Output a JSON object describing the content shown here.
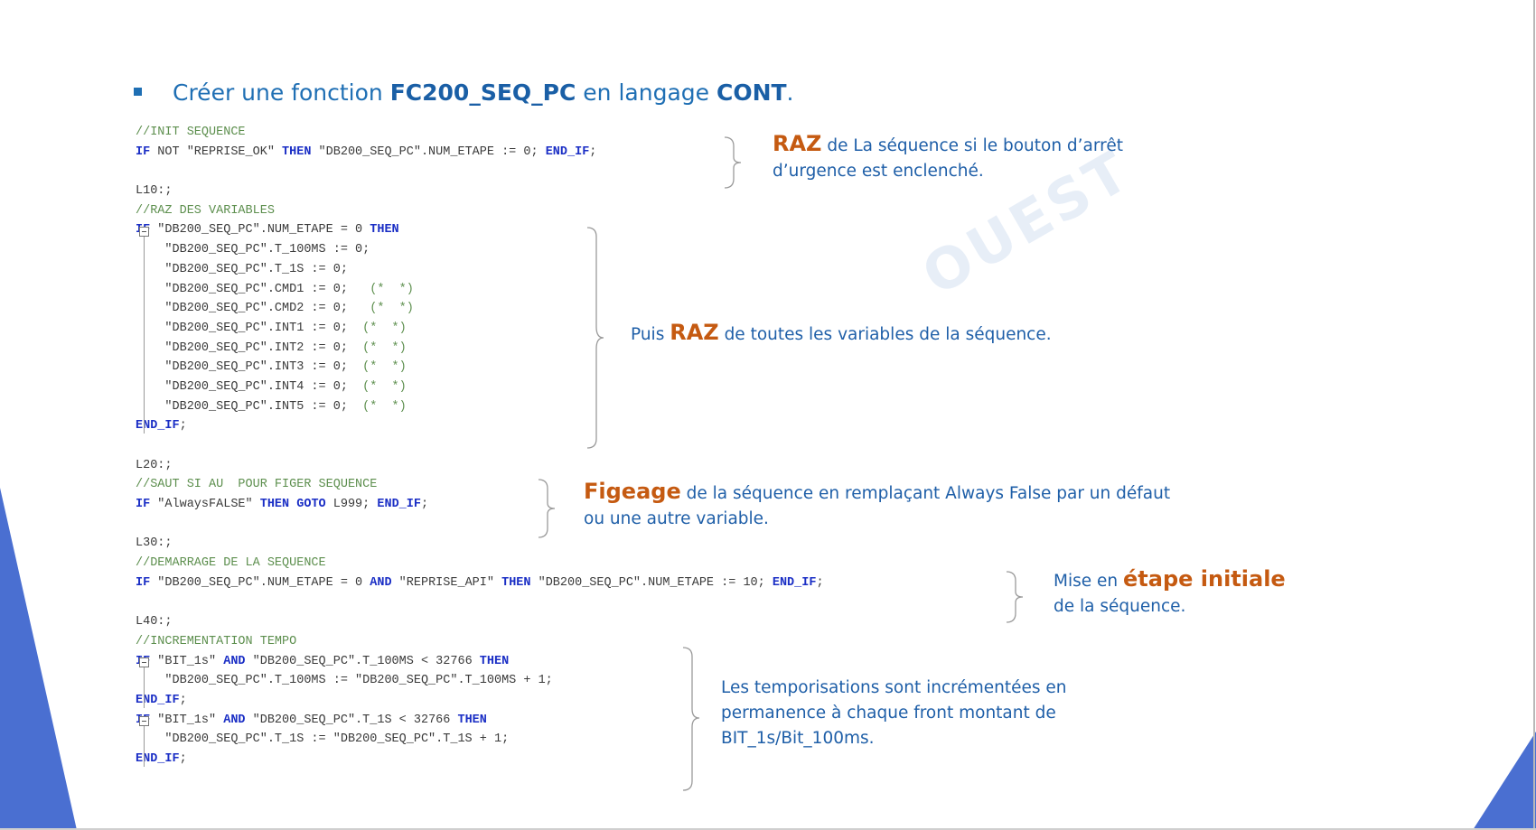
{
  "watermark": "OUEST",
  "title": {
    "prefix": "Créer une fonction ",
    "fc_name": "FC200_SEQ_PC",
    "middle": " en langage ",
    "language": "CONT",
    "suffix": "."
  },
  "code_lines": [
    [
      {
        "t": "//INIT SEQUENCE",
        "c": "cm"
      }
    ],
    [
      {
        "t": "IF",
        "c": "kw"
      },
      {
        "t": " NOT \"REPRISE_OK\" ",
        "c": "str"
      },
      {
        "t": "THEN",
        "c": "kw"
      },
      {
        "t": " \"DB200_SEQ_PC\".NUM_ETAPE := 0; ",
        "c": "str"
      },
      {
        "t": "END_IF",
        "c": "kw"
      },
      {
        "t": ";",
        "c": "str"
      }
    ],
    [
      {
        "t": "",
        "c": "str"
      }
    ],
    [
      {
        "t": "L10:;",
        "c": "str"
      }
    ],
    [
      {
        "t": "//RAZ DES VARIABLES",
        "c": "cm"
      }
    ],
    [
      {
        "t": "IF",
        "c": "kw"
      },
      {
        "t": " \"DB200_SEQ_PC\".NUM_ETAPE = 0 ",
        "c": "str"
      },
      {
        "t": "THEN",
        "c": "kw"
      }
    ],
    [
      {
        "t": "    \"DB200_SEQ_PC\".T_100MS := 0;",
        "c": "str"
      }
    ],
    [
      {
        "t": "    \"DB200_SEQ_PC\".T_1S := 0;",
        "c": "str"
      }
    ],
    [
      {
        "t": "    \"DB200_SEQ_PC\".CMD1 := 0;   ",
        "c": "str"
      },
      {
        "t": "(*  *)",
        "c": "cm"
      }
    ],
    [
      {
        "t": "    \"DB200_SEQ_PC\".CMD2 := 0;   ",
        "c": "str"
      },
      {
        "t": "(*  *)",
        "c": "cm"
      }
    ],
    [
      {
        "t": "    \"DB200_SEQ_PC\".INT1 := 0;  ",
        "c": "str"
      },
      {
        "t": "(*  *)",
        "c": "cm"
      }
    ],
    [
      {
        "t": "    \"DB200_SEQ_PC\".INT2 := 0;  ",
        "c": "str"
      },
      {
        "t": "(*  *)",
        "c": "cm"
      }
    ],
    [
      {
        "t": "    \"DB200_SEQ_PC\".INT3 := 0;  ",
        "c": "str"
      },
      {
        "t": "(*  *)",
        "c": "cm"
      }
    ],
    [
      {
        "t": "    \"DB200_SEQ_PC\".INT4 := 0;  ",
        "c": "str"
      },
      {
        "t": "(*  *)",
        "c": "cm"
      }
    ],
    [
      {
        "t": "    \"DB200_SEQ_PC\".INT5 := 0;  ",
        "c": "str"
      },
      {
        "t": "(*  *)",
        "c": "cm"
      }
    ],
    [
      {
        "t": "END_IF",
        "c": "kw"
      },
      {
        "t": ";",
        "c": "str"
      }
    ],
    [
      {
        "t": "",
        "c": "str"
      }
    ],
    [
      {
        "t": "L20:;",
        "c": "str"
      }
    ],
    [
      {
        "t": "//SAUT SI AU  POUR FIGER SEQUENCE",
        "c": "cm"
      }
    ],
    [
      {
        "t": "IF",
        "c": "kw"
      },
      {
        "t": " \"AlwaysFALSE\" ",
        "c": "str"
      },
      {
        "t": "THEN GOTO",
        "c": "kw"
      },
      {
        "t": " L999; ",
        "c": "str"
      },
      {
        "t": "END_IF",
        "c": "kw"
      },
      {
        "t": ";",
        "c": "str"
      }
    ],
    [
      {
        "t": "",
        "c": "str"
      }
    ],
    [
      {
        "t": "L30:;",
        "c": "str"
      }
    ],
    [
      {
        "t": "//DEMARRAGE DE LA SEQUENCE",
        "c": "cm"
      }
    ],
    [
      {
        "t": "IF",
        "c": "kw"
      },
      {
        "t": " \"DB200_SEQ_PC\".NUM_ETAPE = 0 ",
        "c": "str"
      },
      {
        "t": "AND",
        "c": "kw"
      },
      {
        "t": " \"REPRISE_API\" ",
        "c": "str"
      },
      {
        "t": "THEN",
        "c": "kw"
      },
      {
        "t": " \"DB200_SEQ_PC\".NUM_ETAPE := 10; ",
        "c": "str"
      },
      {
        "t": "END_IF",
        "c": "kw"
      },
      {
        "t": ";",
        "c": "str"
      }
    ],
    [
      {
        "t": "",
        "c": "str"
      }
    ],
    [
      {
        "t": "L40:;",
        "c": "str"
      }
    ],
    [
      {
        "t": "//INCREMENTATION TEMPO",
        "c": "cm"
      }
    ],
    [
      {
        "t": "IF",
        "c": "kw"
      },
      {
        "t": " \"BIT_1s\" ",
        "c": "str"
      },
      {
        "t": "AND",
        "c": "kw"
      },
      {
        "t": " \"DB200_SEQ_PC\".T_100MS < 32766 ",
        "c": "str"
      },
      {
        "t": "THEN",
        "c": "kw"
      }
    ],
    [
      {
        "t": "    \"DB200_SEQ_PC\".T_100MS := \"DB200_SEQ_PC\".T_100MS + 1;",
        "c": "str"
      }
    ],
    [
      {
        "t": "END_IF",
        "c": "kw"
      },
      {
        "t": ";",
        "c": "str"
      }
    ],
    [
      {
        "t": "IF",
        "c": "kw"
      },
      {
        "t": " \"BIT_1s\" ",
        "c": "str"
      },
      {
        "t": "AND",
        "c": "kw"
      },
      {
        "t": " \"DB200_SEQ_PC\".T_1S < 32766 ",
        "c": "str"
      },
      {
        "t": "THEN",
        "c": "kw"
      }
    ],
    [
      {
        "t": "    \"DB200_SEQ_PC\".T_1S := \"DB200_SEQ_PC\".T_1S + 1;",
        "c": "str"
      }
    ],
    [
      {
        "t": "END_IF",
        "c": "kw"
      },
      {
        "t": ";",
        "c": "str"
      }
    ]
  ],
  "annotations": {
    "raz_init": {
      "hl": "RAZ",
      "l1": " de La séquence si le bouton d’arrêt",
      "l2": "d’urgence est enclenché."
    },
    "raz_vars": {
      "pre": "Puis ",
      "hl": "RAZ",
      "post": " de toutes les variables de la séquence."
    },
    "figeage": {
      "hl": "Figeage",
      "l1": " de la séquence en remplaçant  Always False par  un défaut",
      "l2": "ou une autre variable."
    },
    "etape": {
      "pre": "Mise en ",
      "hl": "étape initiale",
      "l2": "de la séquence."
    },
    "tempo": {
      "l1": "Les temporisations sont incrémentées  en",
      "l2": "permanence à chaque front montant de",
      "l3": "BIT_1s/Bit_100ms."
    }
  },
  "colors": {
    "title": "#1f6fb4",
    "highlight": "#c55a11",
    "keyword": "#1a2ec5",
    "comment": "#5d8f4e",
    "accent": "#4a6fd1"
  }
}
